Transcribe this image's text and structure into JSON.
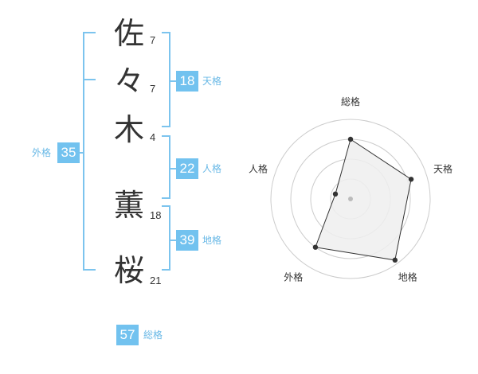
{
  "name_chars": [
    {
      "char": "佐",
      "strokes": "7"
    },
    {
      "char": "々",
      "strokes": "7"
    },
    {
      "char": "木",
      "strokes": "4"
    },
    {
      "char": "薫",
      "strokes": "18"
    },
    {
      "char": "桜",
      "strokes": "21"
    }
  ],
  "kakusu": {
    "tenkaku": {
      "value": "18",
      "label": "天格"
    },
    "jinkaku": {
      "value": "22",
      "label": "人格"
    },
    "chikaku": {
      "value": "39",
      "label": "地格"
    },
    "gaikaku": {
      "value": "35",
      "label": "外格"
    },
    "soukaku": {
      "value": "57",
      "label": "総格"
    }
  },
  "colors": {
    "bracket": "#7cc4ee",
    "badge_bg": "#72c2ef",
    "badge_text": "#ffffff",
    "label": "#68b8e6",
    "radar_fill": "#eeeeee",
    "radar_line": "#333333"
  },
  "chart_data": {
    "type": "radar",
    "axes": [
      "総格",
      "天格",
      "地格",
      "外格",
      "人格"
    ],
    "values": [
      0.75,
      0.8,
      0.95,
      0.75,
      0.2
    ],
    "range": [
      0,
      1
    ],
    "rings": 4
  }
}
